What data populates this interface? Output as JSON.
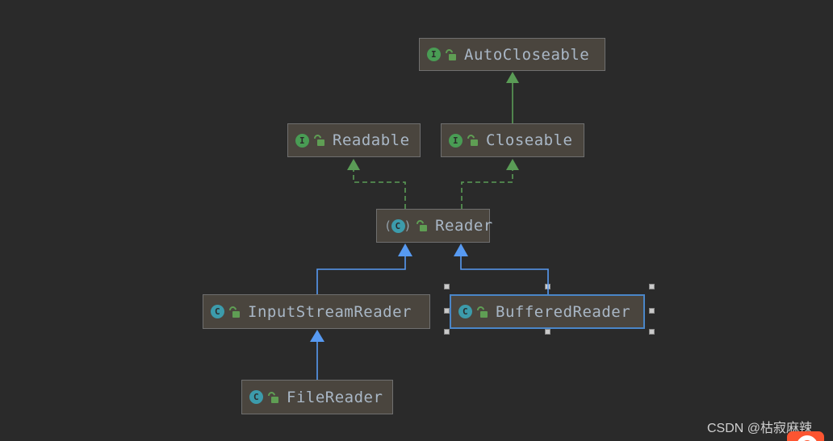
{
  "colors": {
    "bg": "#2a2a2a",
    "fill": "#4a453e",
    "border": "#6f6f6f",
    "sel": "#4a86c8",
    "text": "#a9b7c6",
    "green": "#5a9c56",
    "blue": "#579af2",
    "iface": "#499c54",
    "cls": "#3c9bab",
    "lock": "#5f9e54",
    "handle": "#c9c9c9",
    "wm": "#cfcfcf",
    "logo": "#fc5531"
  },
  "glyphs": {
    "interface": "I",
    "class": "C",
    "paren_l": "(",
    "paren_r": ")"
  },
  "diagram": {
    "tool": "IntelliJ IDEA UML class diagram",
    "nodes": [
      {
        "id": "autocloseable",
        "label": "AutoCloseable",
        "kind": "interface",
        "visibility": "public",
        "selected": false
      },
      {
        "id": "readable",
        "label": "Readable",
        "kind": "interface",
        "visibility": "public",
        "selected": false
      },
      {
        "id": "closeable",
        "label": "Closeable",
        "kind": "interface",
        "visibility": "public",
        "selected": false
      },
      {
        "id": "reader",
        "label": "Reader",
        "kind": "abstract-class",
        "visibility": "public",
        "selected": false
      },
      {
        "id": "inputstreamreader",
        "label": "InputStreamReader",
        "kind": "class",
        "visibility": "public",
        "selected": false
      },
      {
        "id": "bufferedreader",
        "label": "BufferedReader",
        "kind": "class",
        "visibility": "public",
        "selected": true
      },
      {
        "id": "filereader",
        "label": "FileReader",
        "kind": "class",
        "visibility": "public",
        "selected": false
      }
    ],
    "edges": [
      {
        "from": "Closeable",
        "to": "AutoCloseable",
        "relation": "extends",
        "style": "solid-green"
      },
      {
        "from": "Reader",
        "to": "Readable",
        "relation": "implements",
        "style": "dashed-green"
      },
      {
        "from": "Reader",
        "to": "Closeable",
        "relation": "implements",
        "style": "dashed-green"
      },
      {
        "from": "InputStreamReader",
        "to": "Reader",
        "relation": "extends",
        "style": "solid-blue"
      },
      {
        "from": "BufferedReader",
        "to": "Reader",
        "relation": "extends",
        "style": "solid-blue"
      },
      {
        "from": "FileReader",
        "to": "InputStreamReader",
        "relation": "extends",
        "style": "solid-blue"
      }
    ]
  },
  "watermark": {
    "text": "CSDN @枯寂麻辣"
  }
}
